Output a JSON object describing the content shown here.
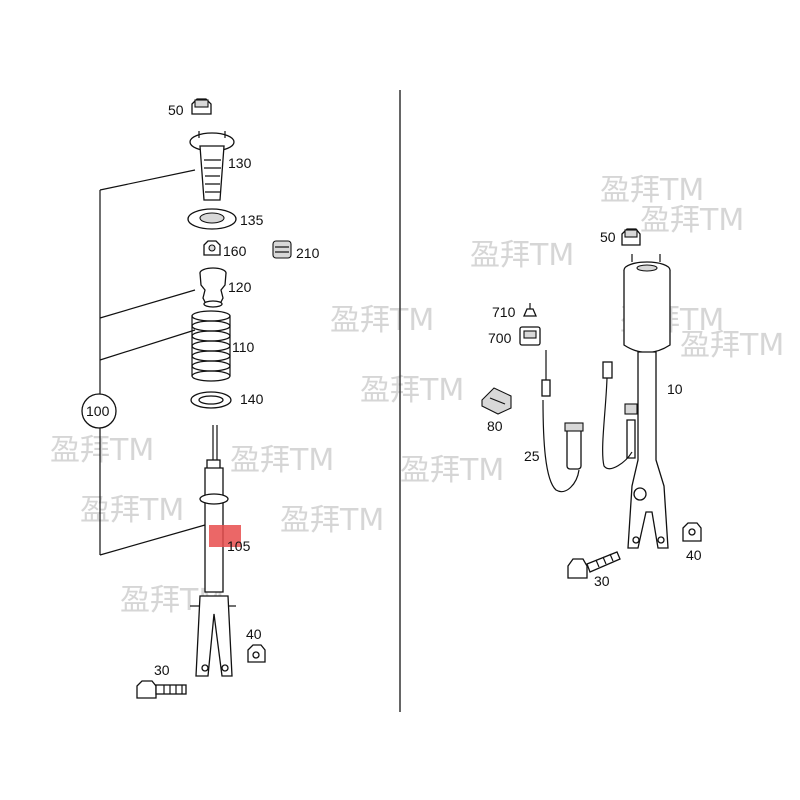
{
  "left_assembly": {
    "callout_100": "100",
    "labels": {
      "p50": "50",
      "p130": "130",
      "p135": "135",
      "p160": "160",
      "p210": "210",
      "p120": "120",
      "p110": "110",
      "p140": "140",
      "p105": "105",
      "p40": "40",
      "p30": "30"
    },
    "highlight_color": "#e84c4c"
  },
  "right_assembly": {
    "labels": {
      "p50": "50",
      "p710": "710",
      "p700": "700",
      "p80": "80",
      "p25": "25",
      "p10": "10",
      "p40": "40",
      "p30": "30"
    }
  },
  "watermark": {
    "text": "盈拜TM"
  }
}
